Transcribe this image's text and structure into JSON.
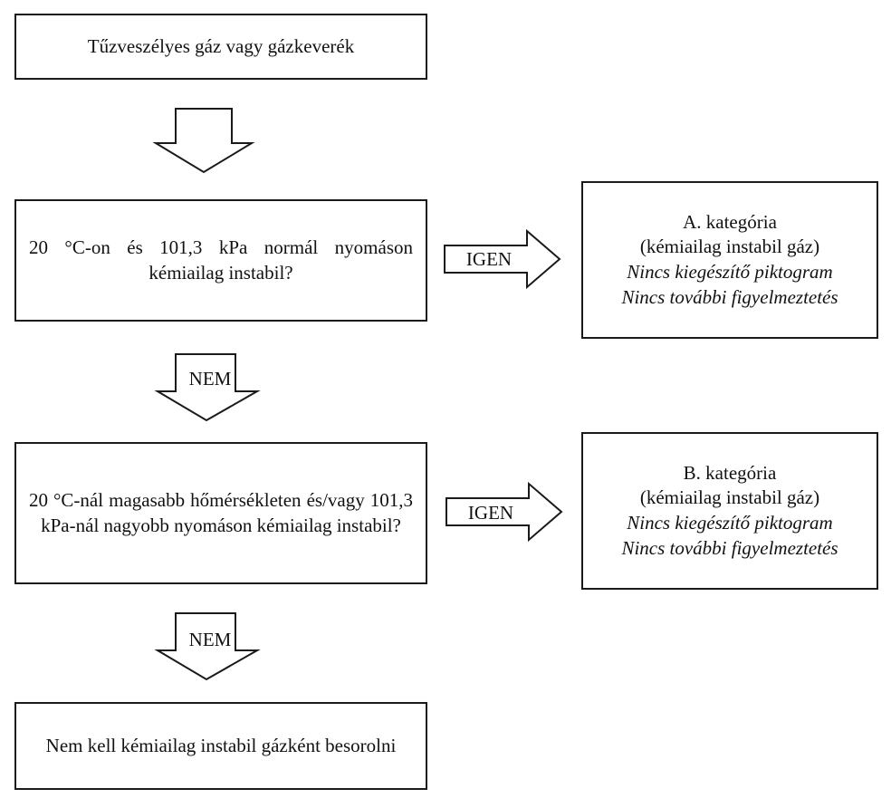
{
  "nodes": {
    "start": "Tűzveszélyes gáz vagy gázkeverék",
    "question1": "20 °C-on és 101,3 kPa normál nyomáson kémiailag instabil?",
    "question2": "20 °C-nál magasabb hőmérsékleten és/vagy 101,3 kPa-nál nagyobb nyomáson kémiailag instabil?",
    "end": "Nem kell kémiailag instabil gázként besorolni"
  },
  "categories": {
    "a": {
      "title": "A. kategória",
      "subtitle": "(kémiailag instabil gáz)",
      "pictogram": "Nincs kiegészítő piktogram",
      "warning": "Nincs további figyelmeztetés"
    },
    "b": {
      "title": "B. kategória",
      "subtitle": "(kémiailag instabil gáz)",
      "pictogram": "Nincs kiegészítő piktogram",
      "warning": "Nincs további figyelmeztetés"
    }
  },
  "edges": {
    "yes1": "IGEN",
    "yes2": "IGEN",
    "no1": "NEM",
    "no2": "NEM"
  }
}
